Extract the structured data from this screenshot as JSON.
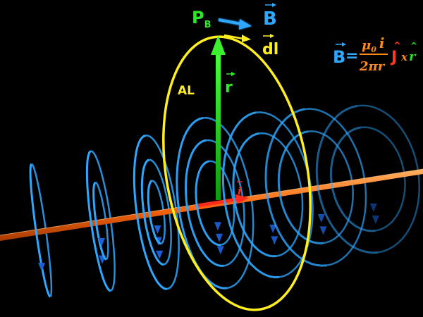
{
  "colors": {
    "background": "#000000",
    "wire": "#ff6a10",
    "field_loop": "#2ea8ff",
    "field_arrow": "#1c5fd6",
    "ampere_loop": "#ffee20",
    "r_vector": "#27e024",
    "b_vector": "#2ea8ff",
    "current_arrow": "#ff2a1a",
    "formula_b": "#2ea8ff",
    "formula_orange": "#ff8a1a",
    "formula_j": "#ff3a20",
    "formula_x": "#ff8a1a",
    "formula_r": "#27e024"
  },
  "labels": {
    "point_main": "P",
    "point_sub": "B",
    "b_vec": "B",
    "dl_vec": "dl",
    "loop": "AL",
    "r_vec": "r",
    "current": "i"
  },
  "formula": {
    "lhs": "B",
    "equals": "=",
    "num_mu": "μ",
    "num_sub": "0",
    "num_i": "i",
    "den": "2πr",
    "j": "J",
    "cross": "x",
    "r": "r",
    "hat": "^"
  },
  "icons": {
    "field_direction_marker": "triangle-arrow-icon",
    "vector_arrow": "vector-arrow-icon"
  }
}
